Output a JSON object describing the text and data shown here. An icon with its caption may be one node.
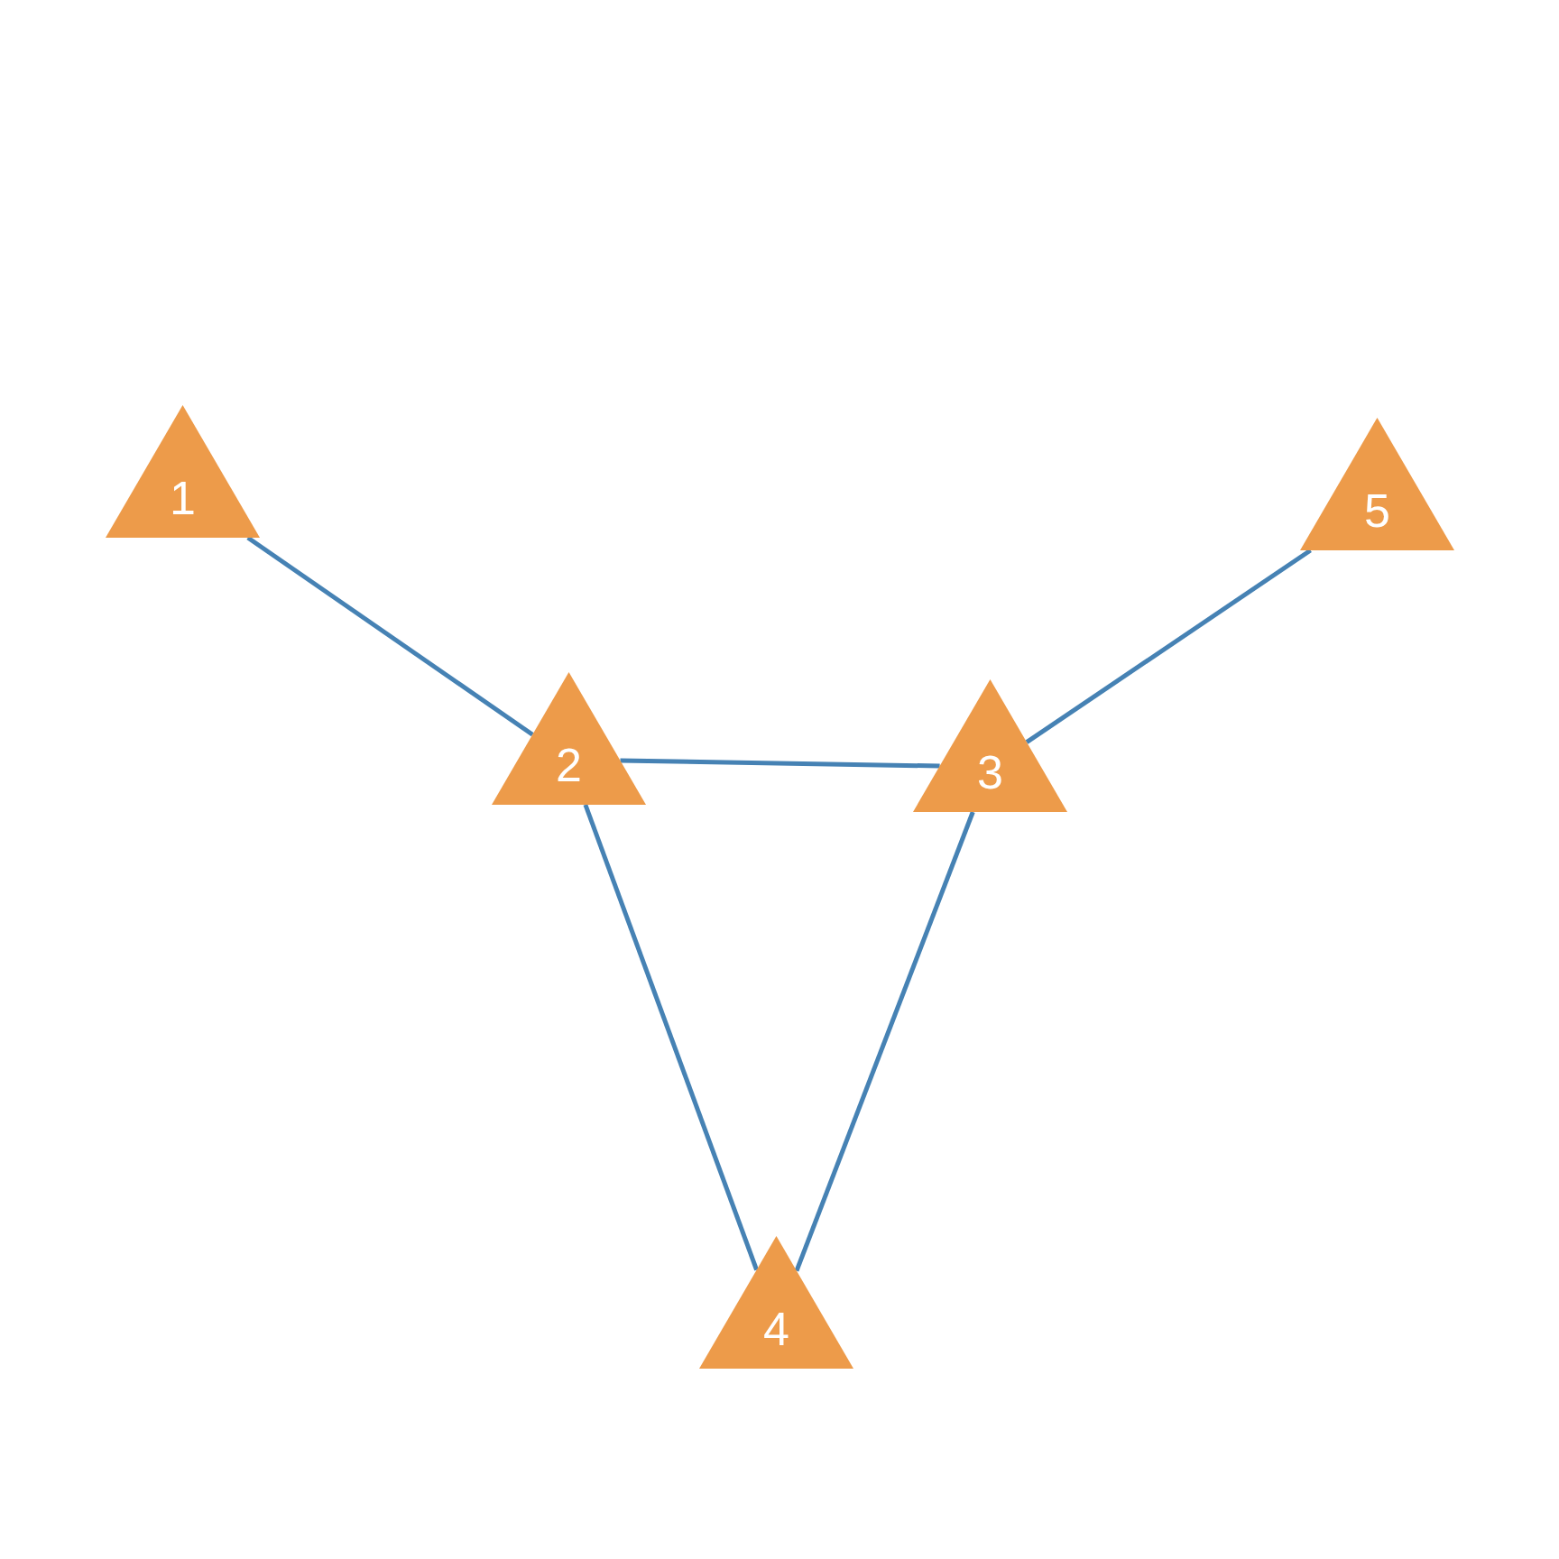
{
  "diagram": {
    "nodes": [
      {
        "text": [
          "1"
        ]
      },
      {
        "text": [
          "2"
        ]
      },
      {
        "text": [
          "3"
        ]
      },
      {
        "text": [
          "4"
        ]
      },
      {
        "text": [
          "5"
        ]
      }
    ],
    "edges": [
      {
        "from": 0,
        "to": 1,
        "arrow": "none"
      },
      {
        "from": 1,
        "to": 2,
        "arrow": "none"
      },
      {
        "from": 2,
        "to": 4,
        "arrow": "none"
      },
      {
        "from": 1,
        "to": 3,
        "arrow": "none"
      },
      {
        "from": 2,
        "to": 3,
        "arrow": "none"
      }
    ]
  }
}
